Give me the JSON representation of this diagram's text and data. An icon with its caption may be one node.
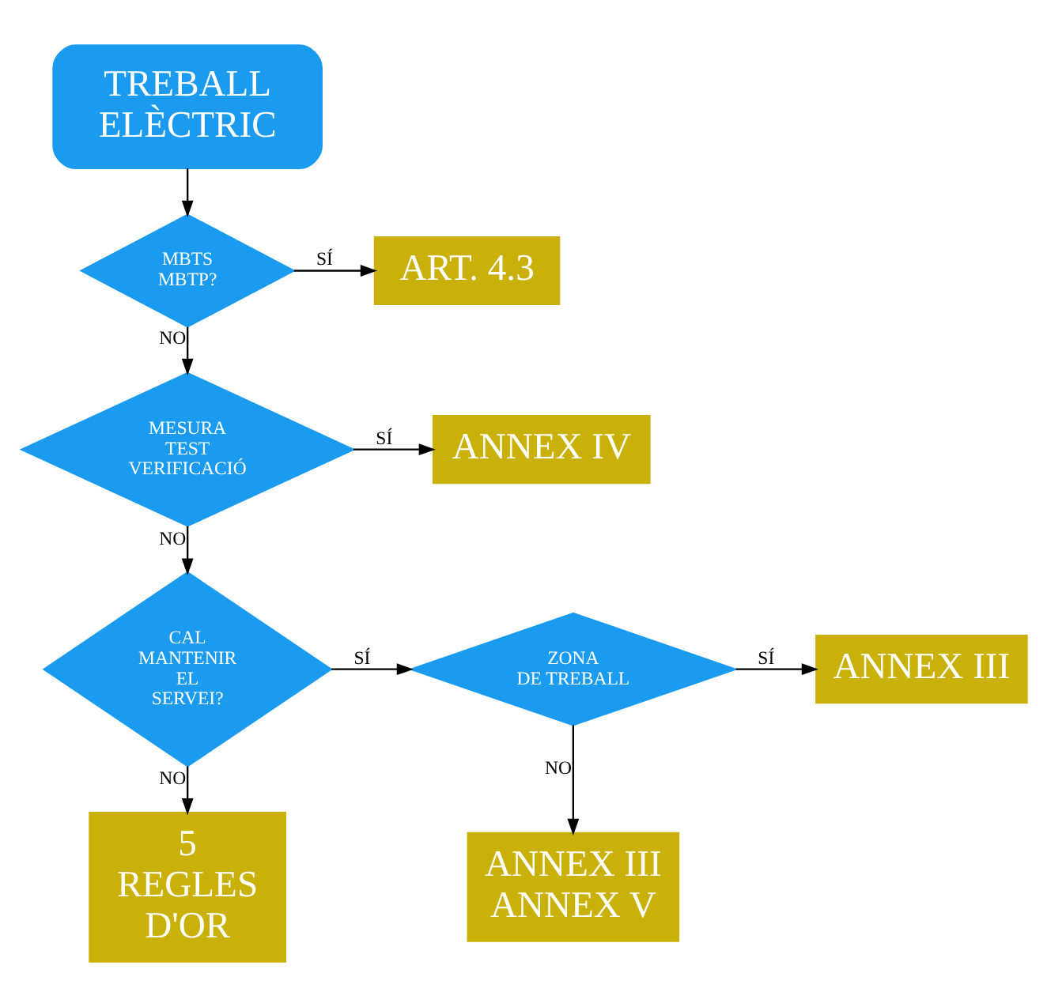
{
  "diagram": {
    "nodes": [
      {
        "text": [
          "TREBALL ELÈCTRIC"
        ]
      },
      {
        "text": [
          "MBTS MBTP?"
        ]
      },
      {
        "text": [
          "ART. 4.3"
        ]
      },
      {
        "text": [
          "MESURA TEST VERIFICACIÓ"
        ]
      },
      {
        "text": [
          "ANNEX IV"
        ]
      },
      {
        "text": [
          "CAL MANTENIR EL SERVEI?"
        ]
      },
      {
        "text": [
          "ZONA DE TREBALL"
        ]
      },
      {
        "text": [
          "ANNEX III"
        ]
      },
      {
        "text": [
          "ANNEX III ANNEX V"
        ]
      },
      {
        "text": [
          "5 REGLES D'OR"
        ]
      }
    ],
    "edges": [
      {
        "from": 0,
        "to": 1,
        "arrow": "to"
      },
      {
        "from": 1,
        "to": 2,
        "arrow": "to",
        "label": "SÍ"
      },
      {
        "from": 1,
        "to": 3,
        "arrow": "to",
        "label": "NO"
      },
      {
        "from": 3,
        "to": 4,
        "arrow": "to",
        "label": "SÍ"
      },
      {
        "from": 3,
        "to": 5,
        "arrow": "to",
        "label": "NO"
      },
      {
        "from": 5,
        "to": 6,
        "arrow": "to",
        "label": "SÍ"
      },
      {
        "from": 5,
        "to": 9,
        "arrow": "to",
        "label": "NO"
      },
      {
        "from": 6,
        "to": 7,
        "arrow": "to",
        "label": "SÍ"
      },
      {
        "from": 6,
        "to": 8,
        "arrow": "to",
        "label": "NO"
      }
    ]
  }
}
